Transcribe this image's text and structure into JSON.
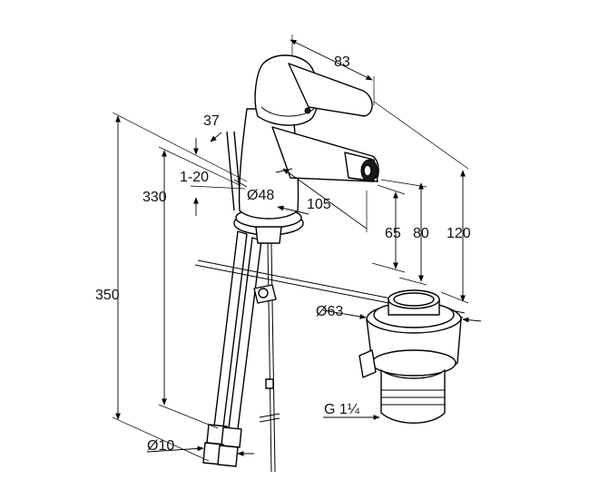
{
  "dimensions": {
    "d83": "83",
    "d37": "37",
    "d1_20": "1-20",
    "d48": "Ø48",
    "d105": "105",
    "d330": "330",
    "d350": "350",
    "d65": "65",
    "d80": "80",
    "d120": "120",
    "d63": "Ø63",
    "d10": "Ø10",
    "g114": "G 1¼"
  },
  "colors": {
    "line": "#000000",
    "background": "#ffffff"
  }
}
